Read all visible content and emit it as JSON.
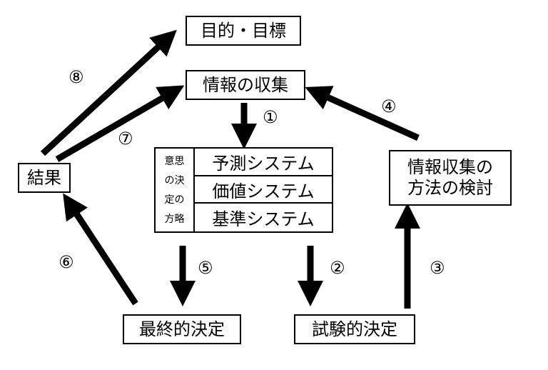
{
  "nodes": {
    "goal": "目的・目標",
    "info_collect": "情報の収集",
    "result": "結果",
    "review_line1": "情報収集の",
    "review_line2": "方法の検討",
    "final_decision": "最終的決定",
    "trial_decision": "試験的決定"
  },
  "decision_method": {
    "label_lines": [
      "意思",
      "の決",
      "定の",
      "方略"
    ],
    "systems": [
      "予測システム",
      "価値システム",
      "基準システム"
    ]
  },
  "step_numbers": [
    "①",
    "②",
    "③",
    "④",
    "⑤",
    "⑥",
    "⑦",
    "⑧"
  ],
  "colors": {
    "line": "#000000",
    "background": "#ffffff"
  }
}
